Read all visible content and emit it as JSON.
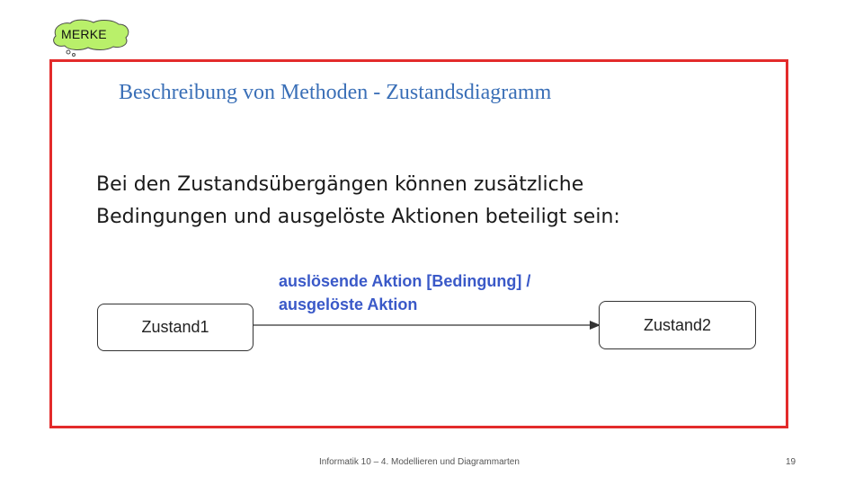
{
  "badge": {
    "label": "MERKE"
  },
  "slide": {
    "title": "Beschreibung von Methoden - Zustandsdiagramm",
    "body_lines": [
      "Bei den Zustandsübergängen können zusätzliche",
      "Bedingungen und ausgelöste Aktionen beteiligt sein:"
    ]
  },
  "diagram": {
    "source_state": "Zustand1",
    "target_state": "Zustand2",
    "transition_label_lines": [
      "auslösende Aktion [Bedingung] /",
      "ausgelöste Aktion"
    ]
  },
  "footer": {
    "text": "Informatik 10 – 4. Modellieren und Diagrammarten",
    "page_number": "19"
  },
  "colors": {
    "frame": "#e32b2b",
    "title": "#3a6fb7",
    "transition_label": "#3a59c8",
    "badge_fill": "#b9f06a"
  }
}
